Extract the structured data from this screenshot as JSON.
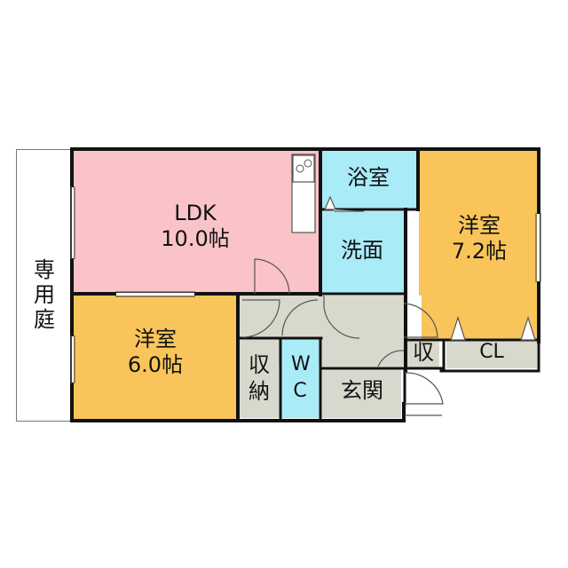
{
  "rooms": {
    "ldk": {
      "name": "LDK",
      "size": "10.0帖"
    },
    "western_room_a": {
      "name": "洋室",
      "size": "7.2帖"
    },
    "western_room_b": {
      "name": "洋室",
      "size": "6.0帖"
    },
    "bathroom": {
      "name": "浴室"
    },
    "washroom": {
      "name": "洗面"
    },
    "storage_small": {
      "name": "収"
    },
    "closet": {
      "name": "CL"
    },
    "storage_tall": {
      "name": "収納"
    },
    "toilet": {
      "name": "WC"
    },
    "entrance": {
      "name": "玄関"
    },
    "private_garden": {
      "name": "専用庭"
    }
  },
  "colors": {
    "ldk": "#f9c3c8",
    "western": "#f9c55a",
    "water": "#a9ebf7",
    "hall": "#d9d8cd",
    "wall": "#111111"
  }
}
